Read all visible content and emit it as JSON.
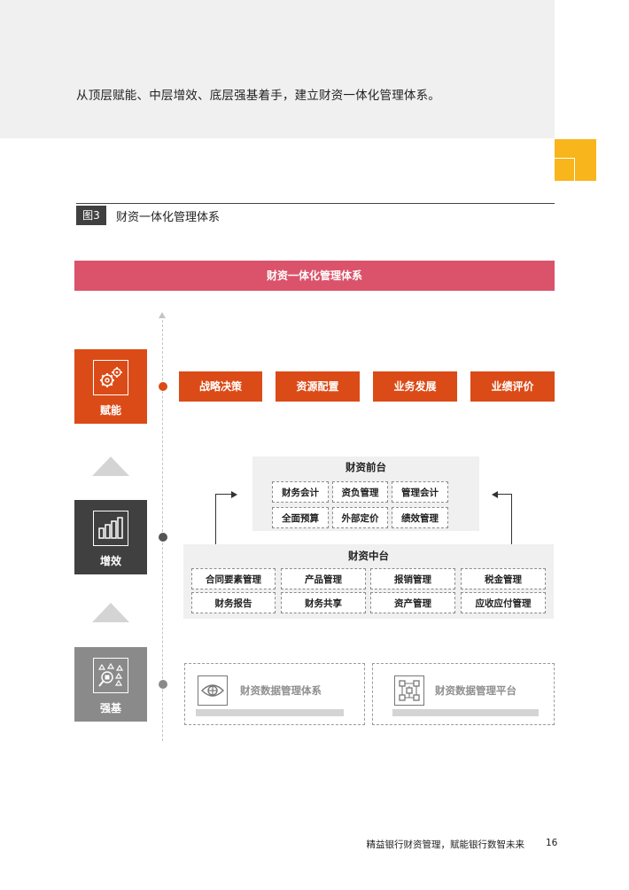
{
  "intro_text": "从顶层赋能、中层增效、底层强基着手，建立财资一体化管理体系。",
  "figure": {
    "tag": "图3",
    "title": "财资一体化管理体系",
    "banner": "财资一体化管理体系"
  },
  "tiers": [
    {
      "label": "赋能",
      "icon": "gears-icon",
      "color": "#db4b17"
    },
    {
      "label": "增效",
      "icon": "bar-chart-icon",
      "color": "#404040"
    },
    {
      "label": "强基",
      "icon": "network-icon",
      "color": "#8a8a8a"
    }
  ],
  "empower_items": [
    "战略决策",
    "资源配置",
    "业务发展",
    "业绩评价"
  ],
  "front_office": {
    "title": "财资前台",
    "items": [
      "财务会计",
      "资负管理",
      "管理会计",
      "全面预算",
      "外部定价",
      "绩效管理"
    ]
  },
  "middle_office": {
    "title": "财资中台",
    "items": [
      "合同要素管理",
      "产品管理",
      "报销管理",
      "税金管理",
      "财务报告",
      "财务共享",
      "资产管理",
      "应收应付管理"
    ]
  },
  "foundation": [
    {
      "label": "财资数据管理体系",
      "icon": "eye-icon"
    },
    {
      "label": "财资数据管理平台",
      "icon": "flowchart-icon"
    }
  ],
  "footer": {
    "text": "精益银行财资管理，赋能银行数智未来",
    "page": "16"
  }
}
